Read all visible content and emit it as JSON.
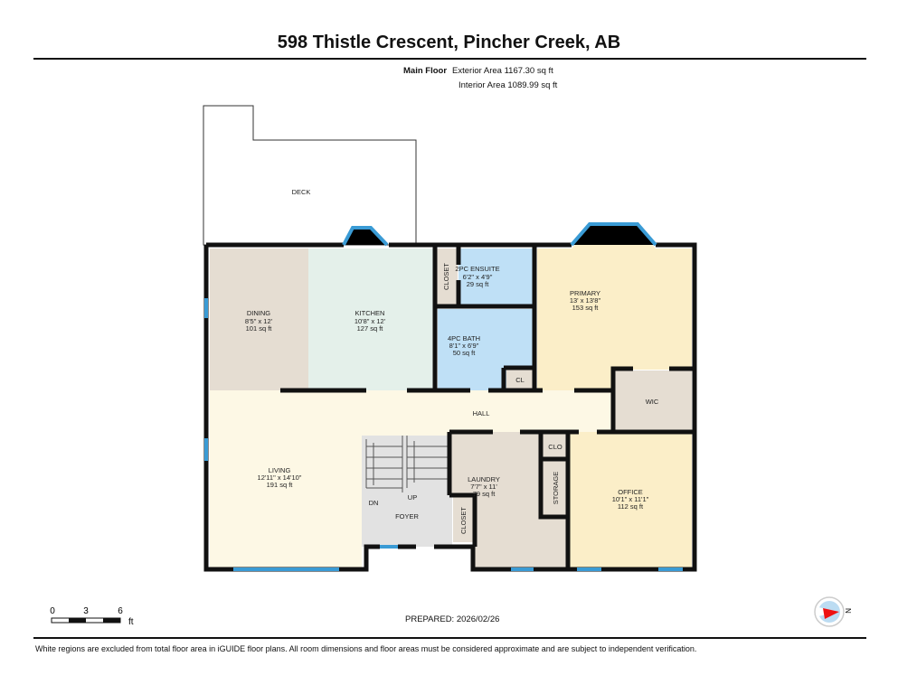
{
  "header": {
    "title": "598 Thistle Crescent, Pincher Creek, AB"
  },
  "floor": {
    "name": "Main Floor",
    "exterior_area": "Exterior Area 1167.30 sq ft",
    "interior_area": "Interior Area 1089.99 sq ft"
  },
  "rooms": {
    "deck": {
      "name": "DECK"
    },
    "dining": {
      "name": "DINING",
      "dims": "8'5\" x 12'",
      "area": "101 sq ft"
    },
    "kitchen": {
      "name": "KITCHEN",
      "dims": "10'8\" x 12'",
      "area": "127 sq ft"
    },
    "closet_top": {
      "name": "CLOSET"
    },
    "ensuite": {
      "name": "2PC ENSUITE",
      "dims": "6'2\" x 4'9\"",
      "area": "29 sq ft"
    },
    "bath": {
      "name": "4PC BATH",
      "dims": "8'1\" x 6'9\"",
      "area": "50 sq ft"
    },
    "cl": {
      "name": "CL"
    },
    "primary": {
      "name": "PRIMARY",
      "dims": "13' x 13'8\"",
      "area": "153 sq ft"
    },
    "wic": {
      "name": "WIC"
    },
    "hall": {
      "name": "HALL"
    },
    "living": {
      "name": "LIVING",
      "dims": "12'11\" x 14'10\"",
      "area": "191 sq ft"
    },
    "stairs_dn": {
      "name": "DN"
    },
    "stairs_up": {
      "name": "UP"
    },
    "foyer": {
      "name": "FOYER"
    },
    "closet_foyer": {
      "name": "CLOSET"
    },
    "laundry": {
      "name": "LAUNDRY",
      "dims": "7'7\" x 11'",
      "area": "79 sq ft"
    },
    "clo": {
      "name": "CLO"
    },
    "storage": {
      "name": "STORAGE"
    },
    "office": {
      "name": "OFFICE",
      "dims": "10'1\" x 11'1\"",
      "area": "112 sq ft"
    }
  },
  "scale": {
    "ticks": [
      "0",
      "3",
      "6"
    ],
    "unit": "ft"
  },
  "compass": {
    "label": "N"
  },
  "footer": {
    "prepared": "PREPARED: 2026/02/26",
    "disclaimer": "White regions are excluded from total floor area in iGUIDE floor plans. All room dimensions and floor areas must be considered approximate and are subject to independent verification."
  },
  "colors": {
    "beige": "#e5ddd2",
    "kitchen": "#e4f0ea",
    "bath": "#bfe0f6",
    "bedroom": "#fbeec8",
    "living": "#fdf8e5",
    "stairs": "#e2e2e2",
    "window": "#3a9bd5",
    "wall": "#111111"
  }
}
